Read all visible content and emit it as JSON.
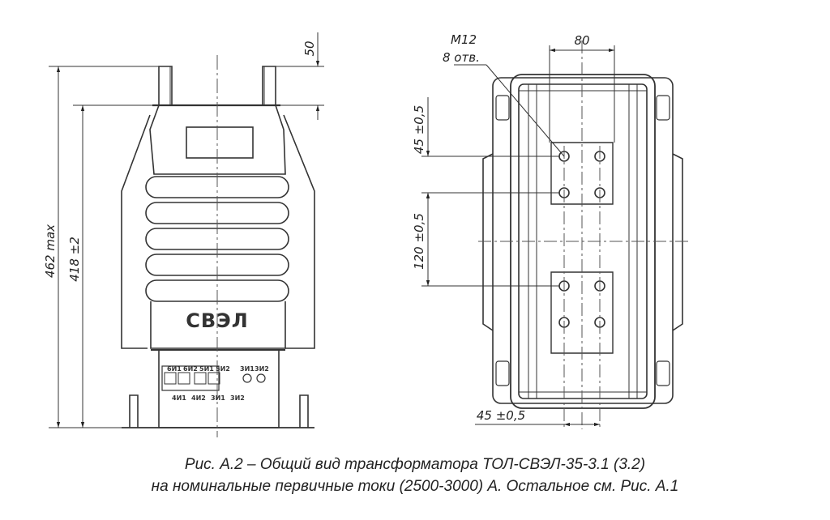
{
  "figure": {
    "left_view": {
      "dim_height_max": "462 max",
      "dim_height": "418 ±2",
      "dim_top": "50",
      "logo": "СВЭЛ",
      "terminal_top_labels": [
        "6И1",
        "6И2",
        "5И1",
        "5И2",
        "3И1",
        "3И2"
      ],
      "terminal_bottom_labels": [
        "4И1",
        "4И2",
        "3И1",
        "3И2"
      ]
    },
    "right_view": {
      "thread": "M12",
      "thread_qty": "8 отв.",
      "dim_width": "80",
      "dim_hole_pitch": "45 ±0,5",
      "dim_between_pads": "120 ±0,5",
      "dim_bottom": "45 ±0,5"
    }
  },
  "caption": {
    "line1": "Рис. А.2 – Общий вид трансформатора ТОЛ-СВЭЛ-35-3.1 (3.2)",
    "line2": "на номинальные первичные токи (2500-3000) А. Остальное см. Рис. А.1"
  }
}
